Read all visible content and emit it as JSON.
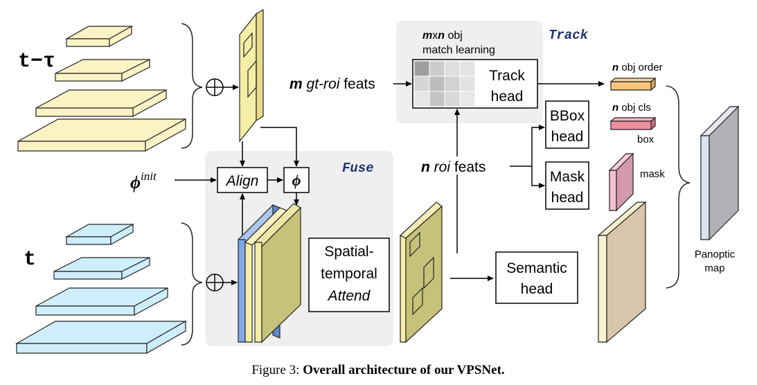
{
  "inputs": {
    "prev_frame_label": "t−τ",
    "curr_frame_label": "t",
    "phi_init_symbol": "ϕ",
    "phi_init_sup": "init"
  },
  "fuse": {
    "panel_title": "Fuse",
    "align_label": "Align",
    "phi_label": "ϕ",
    "attend_line1": "Spatial-",
    "attend_line2": "temporal",
    "attend_line3": "Attend"
  },
  "track": {
    "panel_title": "Track",
    "match_line1_m": "m",
    "match_line1_x": "x",
    "match_line1_n": "n",
    "match_line1_rest": " obj",
    "match_line2": "match learning",
    "head_line1": "Track",
    "head_line2": "head",
    "gt_feats_m": "m",
    "gt_feats_mid": " gt-roi",
    "gt_feats_rest": " feats"
  },
  "roi": {
    "feats_n": "n",
    "feats_mid": " roi",
    "feats_rest": " feats"
  },
  "heads": {
    "bbox_line1": "BBox",
    "bbox_line2": "head",
    "mask_line1": "Mask",
    "mask_line2": "head",
    "semantic_line1": "Semantic",
    "semantic_line2": "head"
  },
  "outputs": {
    "order_n": "n",
    "order_rest": " obj order",
    "cls_n": "n",
    "cls_rest": " obj cls",
    "box_label": "box",
    "mask_label": "mask",
    "panoptic_line1": "Panoptic",
    "panoptic_line2": "map"
  },
  "caption": {
    "prefix": "Figure 3: ",
    "bold": "Overall architecture of our VPSNet."
  },
  "colors": {
    "fpn_prev": "#fbf3c4",
    "fpn_curr": "#cfeefb",
    "feature_yellow": "#f5eea6",
    "feature_olive": "#c7c27a",
    "feature_blue": "#7fa9e6",
    "panel_gray": "#efefef",
    "title_navy": "#1f3470",
    "order_box": "#f4c47b",
    "cls_box": "#ee8fa0",
    "mask_box": "#e7b4c4",
    "semantic_map": "#d8c6ac",
    "panoptic_map": "#b0b2b6"
  }
}
